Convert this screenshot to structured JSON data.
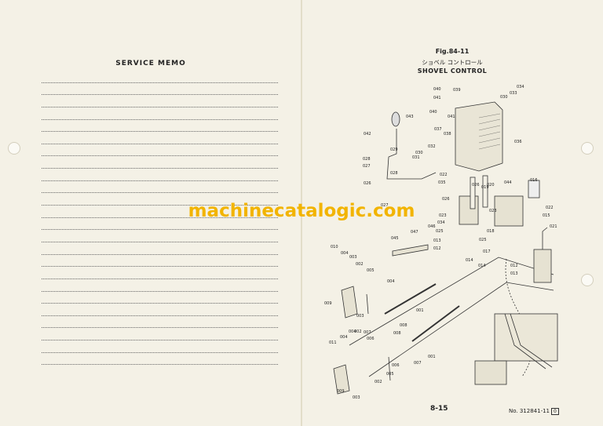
{
  "left_page": {
    "title": "SERVICE MEMO",
    "line_count": 24
  },
  "right_page": {
    "figure_number": "Fig.84-11",
    "title_jp": "ショベル コントロール",
    "title_en": "SHOVEL CONTROL",
    "page_number": "8-15",
    "document_number": "No. 312841-11",
    "revision_mark": "0"
  },
  "watermark": "machinecatalogic.com",
  "callouts": [
    "001",
    "002",
    "003",
    "004",
    "005",
    "006",
    "007",
    "008",
    "009",
    "010",
    "011",
    "012",
    "013",
    "014",
    "015",
    "016",
    "017",
    "018",
    "019",
    "020",
    "021",
    "022",
    "023",
    "025",
    "026",
    "027",
    "028",
    "029",
    "030",
    "031",
    "032",
    "033",
    "034",
    "035",
    "036",
    "037",
    "038",
    "039",
    "040",
    "041",
    "042",
    "043",
    "044",
    "045",
    "046",
    "047"
  ]
}
